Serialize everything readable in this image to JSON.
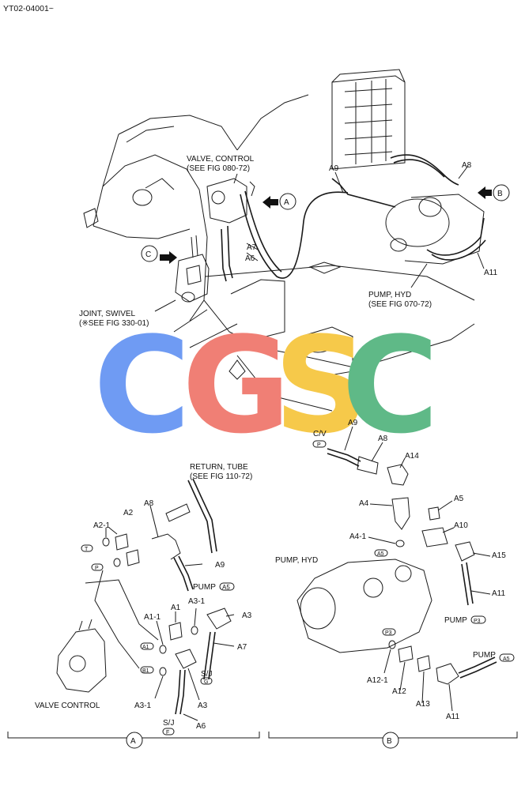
{
  "header": {
    "code": "YT02-04001~"
  },
  "watermark": {
    "letters": [
      "C",
      "G",
      "S",
      "C"
    ],
    "colors": [
      "#6f9bf3",
      "#f07f75",
      "#f6c94a",
      "#5fb987"
    ]
  },
  "top_view": {
    "labels": {
      "valve_control": "VALVE, CONTROL",
      "valve_control_ref": "(SEE FIG 080-72)",
      "joint_swivel": "JOINT, SWIVEL",
      "joint_swivel_ref": "(※SEE FIG 330-01)",
      "pump_hyd": "PUMP, HYD",
      "pump_hyd_ref": "(SEE FIG 070-72)",
      "a6": "A6",
      "a7": "A7",
      "a8": "A8",
      "a9": "A9",
      "a11": "A11"
    },
    "callouts": {
      "a": "A",
      "b": "B",
      "c": "C"
    }
  },
  "detail_a": {
    "labels": {
      "return_tube": "RETURN, TUBE",
      "return_tube_ref": "(SEE FIG 110-72)",
      "a8": "A8",
      "a2": "A2",
      "a2_1": "A2-1",
      "a9": "A9",
      "pump": "PUMP",
      "port_a5": "A5",
      "a1": "A1",
      "a1_1": "A1-1",
      "a3_1_top": "A3-1",
      "a3_top": "A3",
      "a7": "A7",
      "sj": "S/J",
      "port_g": "G",
      "a3_1_bottom": "A3-1",
      "a3_bottom": "A3",
      "sj_bottom": "S/J",
      "port_f": "F",
      "a6": "A6",
      "valve_control": "VALVE CONTROL"
    },
    "ports": {
      "t": "T",
      "p": "P",
      "a1": "A1",
      "b1": "B1"
    },
    "section_mark": "A"
  },
  "detail_b": {
    "labels": {
      "cv": "C/V",
      "port_p": "P",
      "a9": "A9",
      "a8": "A8",
      "a14": "A14",
      "a4": "A4",
      "a5": "A5",
      "a10": "A10",
      "a4_1": "A4-1",
      "port_a5": "A5",
      "pump_hyd": "PUMP, HYD",
      "a15": "A15",
      "a11": "A11",
      "pump_p3": "PUMP",
      "port_p3_text": "P3",
      "port_p3": "P3",
      "pump_a5": "PUMP",
      "port_a5_right": "A5",
      "a12_1": "A12-1",
      "a12": "A12",
      "a13": "A13",
      "a11_bottom": "A11"
    },
    "section_mark": "B"
  }
}
